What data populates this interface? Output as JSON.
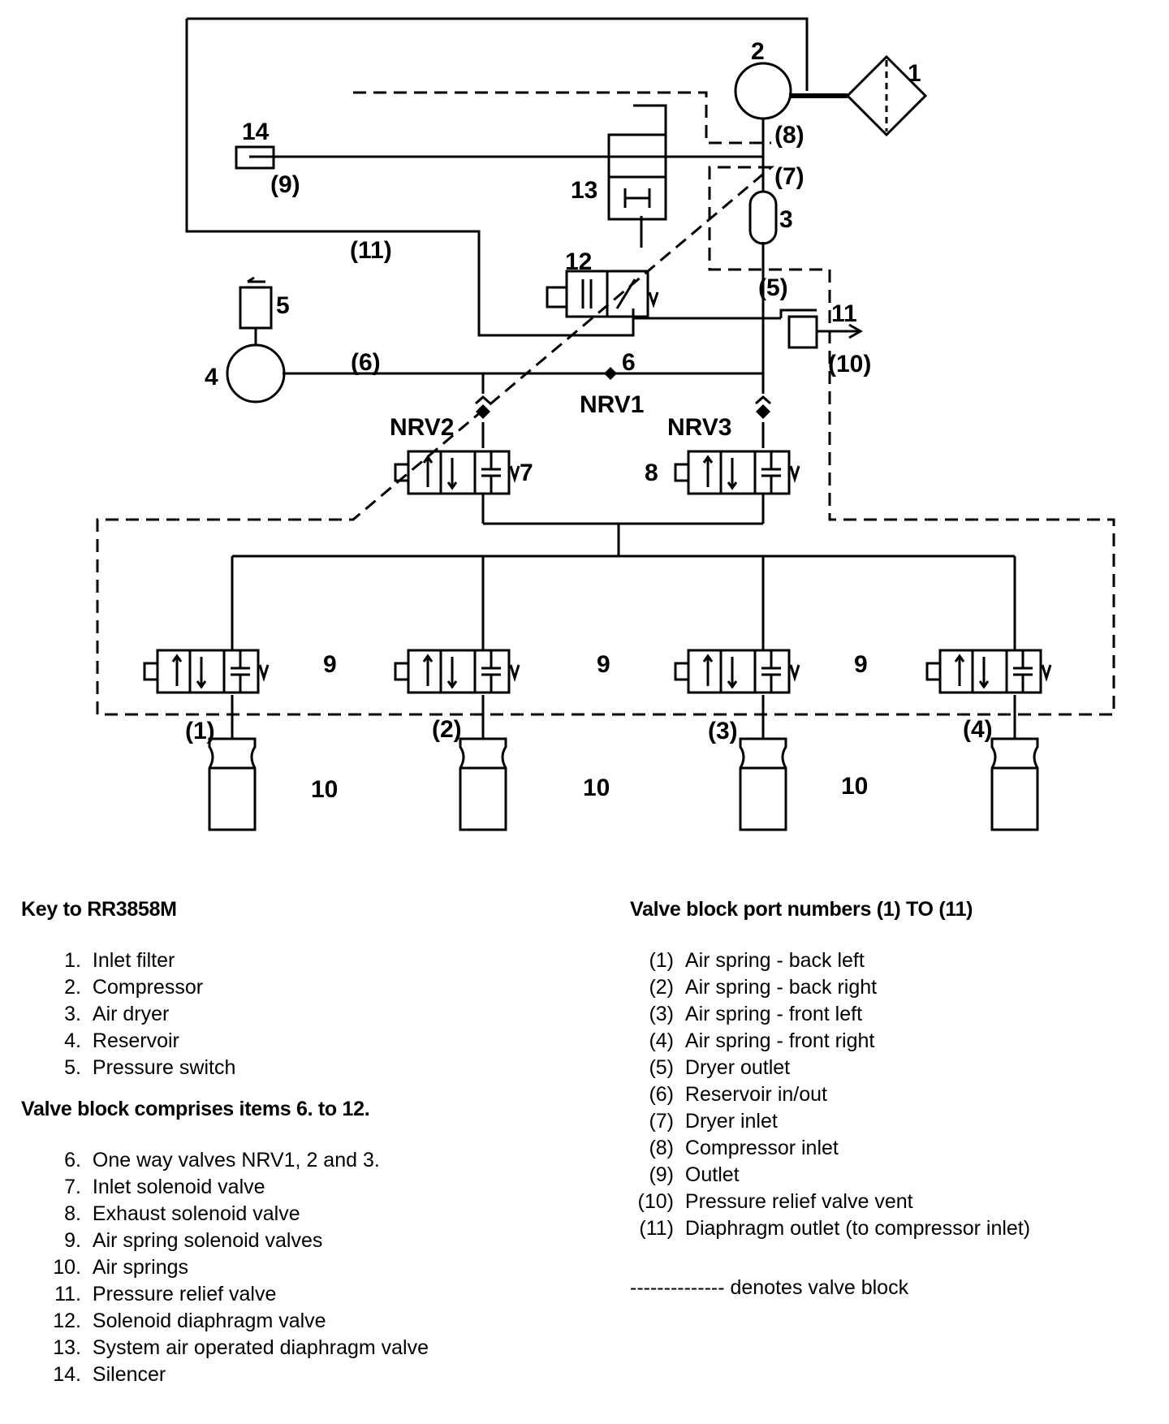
{
  "diagram_labels": {
    "n1": "1",
    "n2": "2",
    "n3": "3",
    "n4": "4",
    "n5": "5",
    "n6": "6",
    "n7": "7",
    "n8": "8",
    "n9": "9",
    "n10": "10",
    "n11": "11",
    "n12": "12",
    "n13": "13",
    "n14": "14",
    "nrv1": "NRV1",
    "nrv2": "NRV2",
    "nrv3": "NRV3",
    "p1": "(1)",
    "p2": "(2)",
    "p3": "(3)",
    "p4": "(4)",
    "p5": "(5)",
    "p6": "(6)",
    "p7": "(7)",
    "p8": "(8)",
    "p9": "(9)",
    "p10": "(10)",
    "p11": "(11)"
  },
  "key": {
    "title": "Key to RR3858M",
    "items": [
      {
        "num": "1.",
        "label": "Inlet filter"
      },
      {
        "num": "2.",
        "label": "Compressor"
      },
      {
        "num": "3.",
        "label": "Air dryer"
      },
      {
        "num": "4.",
        "label": "Reservoir"
      },
      {
        "num": "5.",
        "label": "Pressure switch"
      }
    ],
    "valve_block_heading": "Valve block comprises items 6. to 12.",
    "valve_block_items": [
      {
        "num": "6.",
        "label": "One way valves NRV1, 2 and 3."
      },
      {
        "num": "7.",
        "label": "Inlet solenoid valve"
      },
      {
        "num": "8.",
        "label": "Exhaust solenoid valve"
      },
      {
        "num": "9.",
        "label": "Air spring solenoid valves"
      },
      {
        "num": "10.",
        "label": "Air springs"
      },
      {
        "num": "11.",
        "label": "Pressure relief valve"
      },
      {
        "num": "12.",
        "label": "Solenoid diaphragm valve"
      },
      {
        "num": "13.",
        "label": "System air operated diaphragm valve"
      },
      {
        "num": "14.",
        "label": "Silencer"
      }
    ]
  },
  "ports": {
    "title": "Valve block port numbers (1) TO (11)",
    "items": [
      {
        "num": "(1)",
        "label": "Air spring - back left"
      },
      {
        "num": "(2)",
        "label": "Air spring - back right"
      },
      {
        "num": "(3)",
        "label": "Air spring - front left"
      },
      {
        "num": "(4)",
        "label": "Air spring - front right"
      },
      {
        "num": "(5)",
        "label": "Dryer outlet"
      },
      {
        "num": "(6)",
        "label": "Reservoir in/out"
      },
      {
        "num": "(7)",
        "label": "Dryer inlet"
      },
      {
        "num": "(8)",
        "label": "Compressor inlet"
      },
      {
        "num": "(9)",
        "label": "Outlet"
      },
      {
        "num": "(10)",
        "label": "Pressure relief valve vent"
      },
      {
        "num": "(11)",
        "label": "Diaphragm outlet (to compressor inlet)"
      }
    ],
    "note": "-------------- denotes valve block"
  }
}
